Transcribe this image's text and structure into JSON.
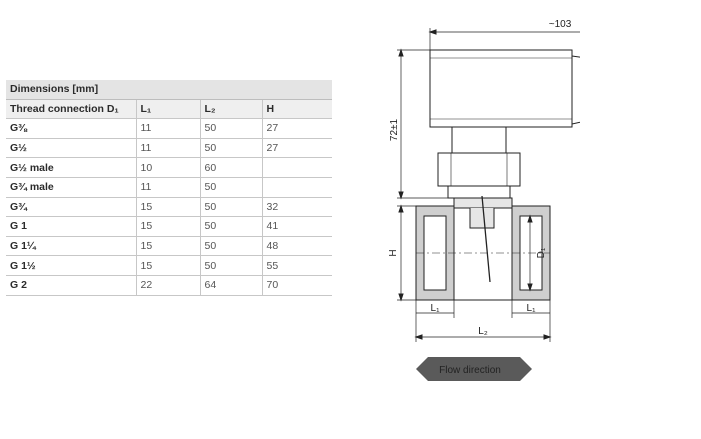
{
  "table": {
    "caption": "Dimensions [mm]",
    "headers": [
      "Thread connection D₁",
      "L₁",
      "L₂",
      "H"
    ],
    "rows": [
      [
        "G⅜",
        "11",
        "50",
        "27"
      ],
      [
        "G½",
        "11",
        "50",
        "27"
      ],
      [
        "G½ male",
        "10",
        "60",
        ""
      ],
      [
        "G¾ male",
        "11",
        "50",
        ""
      ],
      [
        "G¾",
        "15",
        "50",
        "32"
      ],
      [
        "G 1",
        "15",
        "50",
        "41"
      ],
      [
        "G 1¼",
        "15",
        "50",
        "48"
      ],
      [
        "G 1½",
        "15",
        "50",
        "55"
      ],
      [
        "G 2",
        "22",
        "64",
        "70"
      ]
    ]
  },
  "drawing": {
    "dim_width": "~103",
    "dim_height": "72±1",
    "label_h": "H",
    "label_d1": "D₁",
    "label_l1_left": "L₁",
    "label_l1_right": "L₁",
    "label_l2": "L₂",
    "flow_direction": "Flow direction"
  }
}
